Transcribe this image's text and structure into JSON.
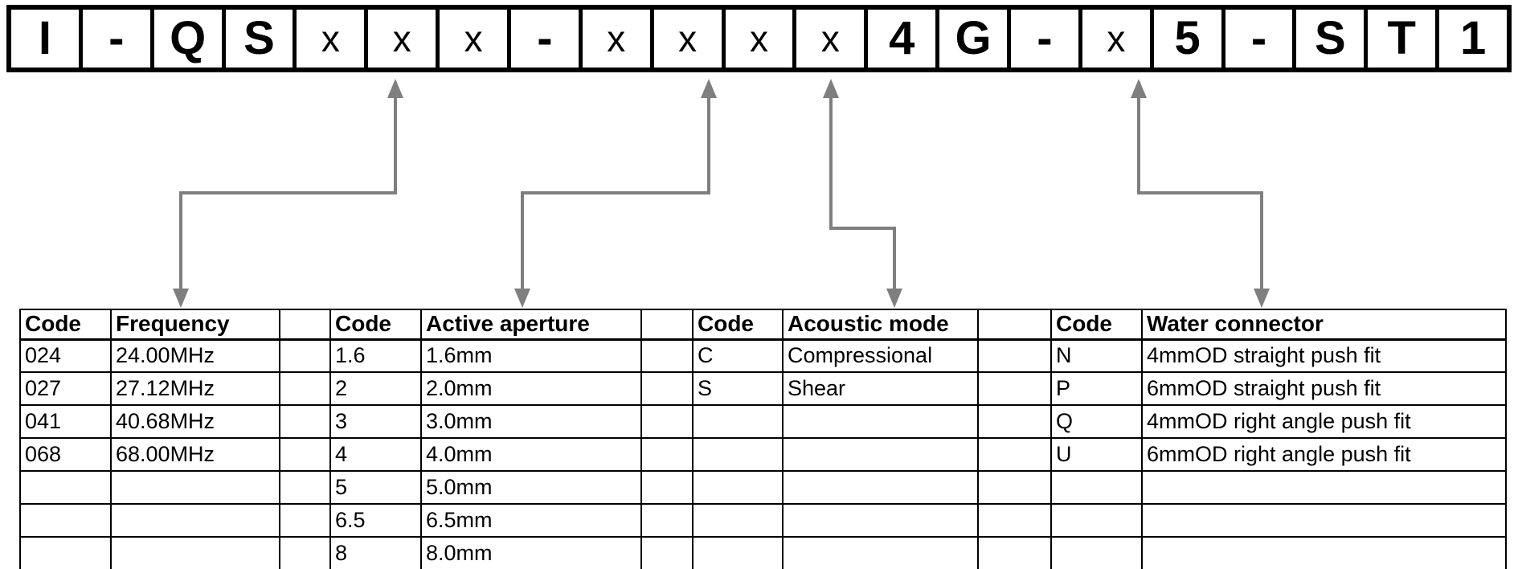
{
  "part_number": {
    "cells": [
      "I",
      "-",
      "Q",
      "S",
      "x",
      "x",
      "x",
      "-",
      "x",
      "x",
      "x",
      "x",
      "4",
      "G",
      "-",
      "x",
      "5",
      "-",
      "S",
      "T",
      "1"
    ]
  },
  "tables": [
    {
      "name": "frequency",
      "headers": [
        "Code",
        "Frequency"
      ],
      "rows": [
        [
          "024",
          "24.00MHz"
        ],
        [
          "027",
          "27.12MHz"
        ],
        [
          "041",
          "40.68MHz"
        ],
        [
          "068",
          "68.00MHz"
        ],
        [
          "",
          ""
        ],
        [
          "",
          ""
        ],
        [
          "",
          ""
        ]
      ]
    },
    {
      "name": "active-aperture",
      "headers": [
        "Code",
        "Active aperture"
      ],
      "rows": [
        [
          "1.6",
          "1.6mm"
        ],
        [
          "2",
          "2.0mm"
        ],
        [
          "3",
          "3.0mm"
        ],
        [
          "4",
          "4.0mm"
        ],
        [
          "5",
          "5.0mm"
        ],
        [
          "6.5",
          "6.5mm"
        ],
        [
          "8",
          "8.0mm"
        ]
      ]
    },
    {
      "name": "acoustic-mode",
      "headers": [
        "Code",
        "Acoustic mode"
      ],
      "rows": [
        [
          "C",
          "Compressional"
        ],
        [
          "S",
          "Shear"
        ],
        [
          "",
          ""
        ],
        [
          "",
          ""
        ],
        [
          "",
          ""
        ],
        [
          "",
          ""
        ],
        [
          "",
          ""
        ]
      ]
    },
    {
      "name": "water-connector",
      "headers": [
        "Code",
        "Water connector"
      ],
      "rows": [
        [
          "N",
          "4mmOD straight push fit"
        ],
        [
          "P",
          "6mmOD straight push fit"
        ],
        [
          "Q",
          "4mmOD right angle push fit"
        ],
        [
          "U",
          "6mmOD right angle push fit"
        ],
        [
          "",
          ""
        ],
        [
          "",
          ""
        ],
        [
          "",
          ""
        ]
      ]
    }
  ],
  "colors": {
    "arrow": "#7f7f7f",
    "line": "#000000",
    "text": "#000000",
    "background": "#ffffff"
  }
}
